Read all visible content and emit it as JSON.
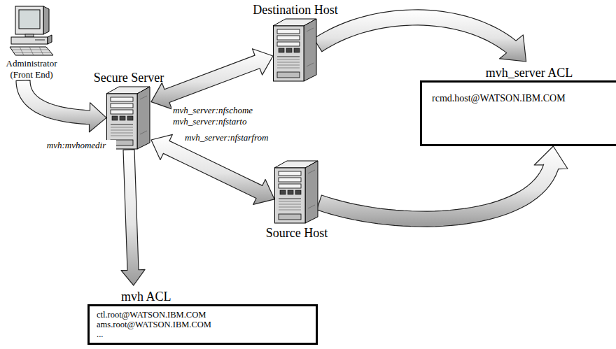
{
  "diagram": {
    "nodes": [
      {
        "text": [
          "Administrator (Front End)"
        ]
      },
      {
        "text": [
          "Secure Server"
        ]
      },
      {
        "text": [
          "Destination Host"
        ]
      },
      {
        "text": [
          "Source Host"
        ]
      },
      {
        "text": [
          "mvh_server ACL",
          "rcmd.host@WATSON.IBM.COM"
        ]
      },
      {
        "text": [
          "mvh ACL",
          "ctl.root@WATSON.IBM.COM",
          "ams.root@WATSON.IBM.COM",
          "..."
        ]
      }
    ],
    "edges": [
      {
        "from": 0,
        "to": 1,
        "arrow": "to",
        "label": "mvh:mvhomedir"
      },
      {
        "from": 1,
        "to": 2,
        "arrow": "both",
        "label": "mvh_server:nfschome mvh_server:nfstarto"
      },
      {
        "from": 1,
        "to": 3,
        "arrow": "both",
        "label": "mvh_server:nfstarfrom"
      },
      {
        "from": 2,
        "to": 4,
        "arrow": "to"
      },
      {
        "from": 3,
        "to": 4,
        "arrow": "to"
      },
      {
        "from": 1,
        "to": 5,
        "arrow": "to"
      }
    ]
  }
}
